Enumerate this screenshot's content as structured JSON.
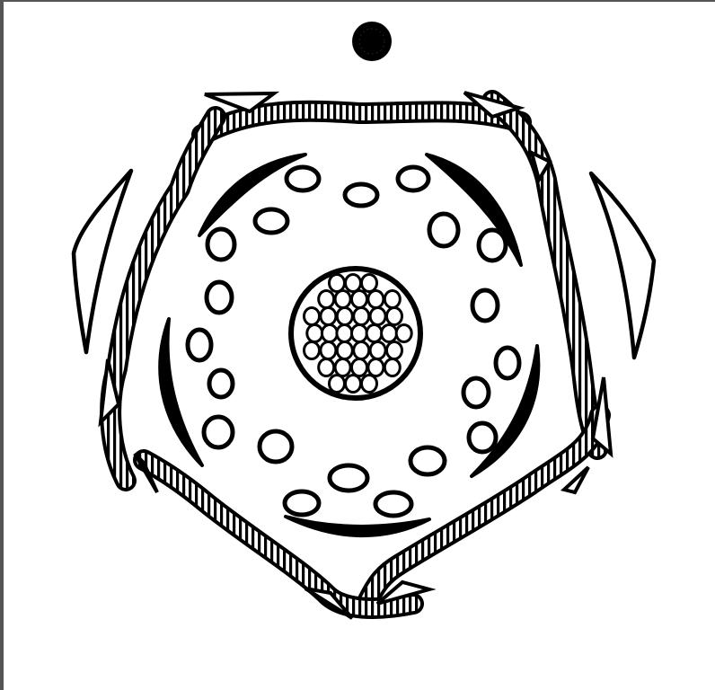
{
  "diagram": {
    "type": "floral-diagram",
    "labels": [],
    "colors": {
      "ink": "#000000",
      "paper": "#ffffff",
      "frame": "#555555"
    },
    "components": {
      "axis": {
        "count": 1
      },
      "bracteoles": {
        "count": 2
      },
      "calyx": {
        "count": 5
      },
      "corolla": {
        "count": 5
      },
      "stamens": {
        "count": 20
      },
      "gynoecium": {
        "count": 1
      }
    }
  }
}
